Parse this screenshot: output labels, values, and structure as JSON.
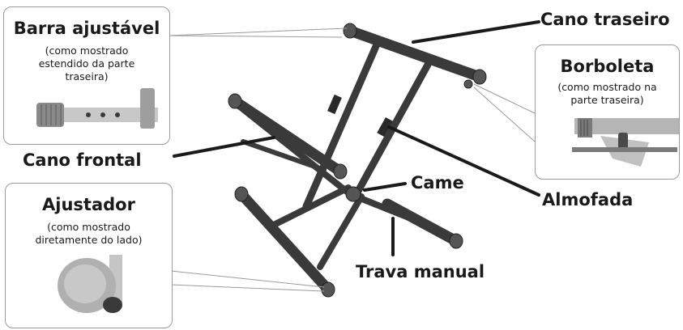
{
  "labels": {
    "rear_pipe": "Cano traseiro",
    "front_pipe": "Cano frontal",
    "cam": "Came",
    "pad": "Almofada",
    "hand_lock": "Trava manual"
  },
  "callouts": {
    "adjustable_bar": {
      "title": "Barra ajustável",
      "note": [
        "(como mostrado",
        "estendido da parte",
        "traseira)"
      ]
    },
    "wing_bolt": {
      "title": "Borboleta",
      "note": [
        "(como mostrado na",
        "parte traseira)"
      ]
    },
    "adjuster": {
      "title": "Ajustador",
      "note": [
        "(como mostrado",
        "diretamente do lado)"
      ]
    }
  },
  "colors": {
    "frame": "#3a3a3a",
    "frame_highlight": "#8a8a8a",
    "leader": "#1a1a1a",
    "thin_leader": "#9a9a9a",
    "callout_border": "#9a9a9a",
    "photo_grey": "#b5b5b5"
  }
}
